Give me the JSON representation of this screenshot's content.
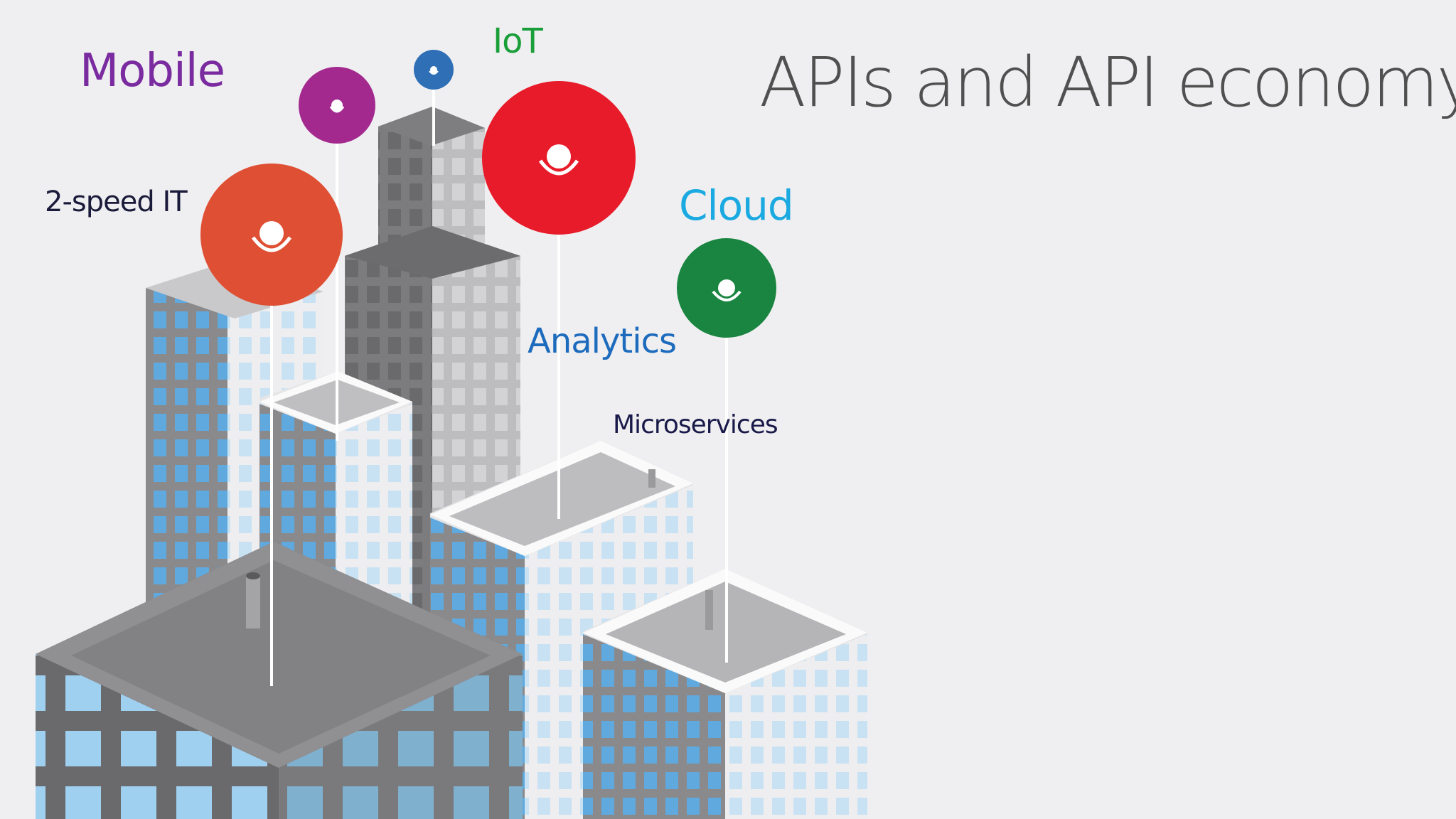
{
  "title": "APIs and API economy",
  "labels": {
    "mobile": "Mobile",
    "iot": "IoT",
    "two_speed_it": "2-speed IT",
    "cloud": "Cloud",
    "analytics": "Analytics",
    "microservices": "Microservices"
  },
  "colors": {
    "background": "#efeff1",
    "title": "#505050",
    "mobile": "#7a2ba0",
    "iot": "#1a9e3a",
    "two_speed_it": "#1a1a3a",
    "cloud": "#1aa9e0",
    "analytics": "#1d6bbd",
    "microservices": "#1a1a4a",
    "pin_magenta": "#a3298f",
    "pin_blue": "#2e6fb6",
    "pin_red": "#e81b2a",
    "pin_orange": "#df4f33",
    "pin_green": "#198540",
    "window_blue": "#78b9e6",
    "wall_dark": "#6f6f71",
    "wall_mid": "#9a9a9c",
    "wall_light": "#dcdcde",
    "roof": "#b8b8ba"
  },
  "icons": {
    "pin": "person-pin-icon"
  }
}
